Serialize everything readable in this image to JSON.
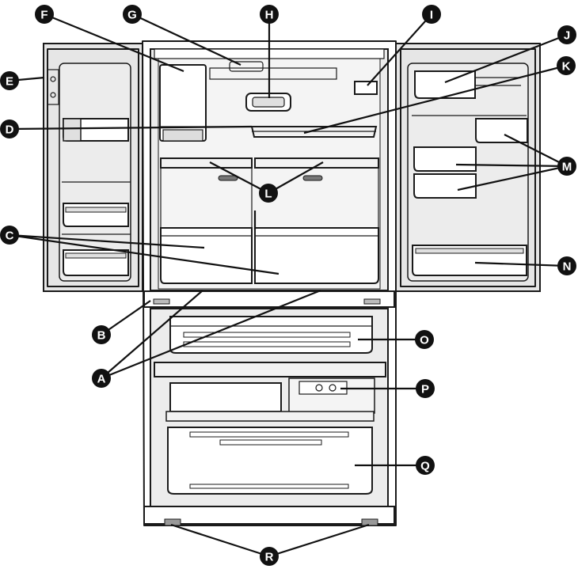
{
  "callouts": [
    {
      "id": "A",
      "label": "A"
    },
    {
      "id": "B",
      "label": "B"
    },
    {
      "id": "C",
      "label": "C"
    },
    {
      "id": "D",
      "label": "D"
    },
    {
      "id": "E",
      "label": "E"
    },
    {
      "id": "F",
      "label": "F"
    },
    {
      "id": "G",
      "label": "G"
    },
    {
      "id": "H",
      "label": "H"
    },
    {
      "id": "I",
      "label": "I"
    },
    {
      "id": "J",
      "label": "J"
    },
    {
      "id": "K",
      "label": "K"
    },
    {
      "id": "L",
      "label": "L"
    },
    {
      "id": "M",
      "label": "M"
    },
    {
      "id": "N",
      "label": "N"
    },
    {
      "id": "O",
      "label": "O"
    },
    {
      "id": "P",
      "label": "P"
    },
    {
      "id": "Q",
      "label": "Q"
    },
    {
      "id": "R",
      "label": "R"
    }
  ]
}
